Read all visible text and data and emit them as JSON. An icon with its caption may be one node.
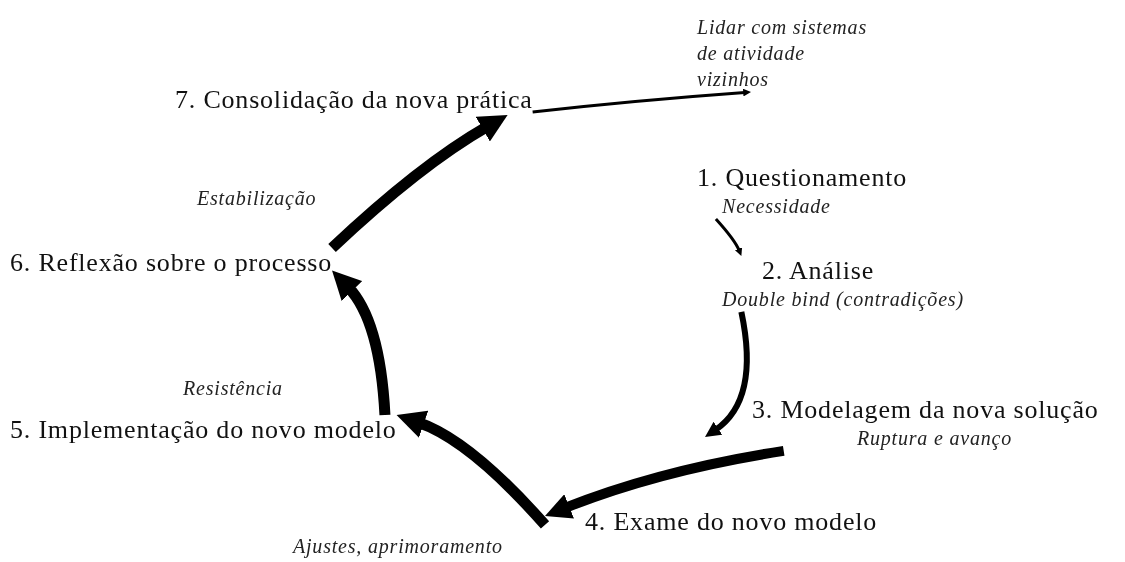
{
  "diagram": {
    "nodes": [
      {
        "text": [
          "1. Questionamento",
          "Necessidade"
        ]
      },
      {
        "text": [
          "2. Análise",
          "Double bind (contradições)"
        ]
      },
      {
        "text": [
          "3. Modelagem da nova solução",
          "Ruptura e avanço"
        ]
      },
      {
        "text": [
          "4. Exame do novo modelo"
        ]
      },
      {
        "text": [
          "5. Implementação do novo modelo"
        ],
        "beside": [
          "Resistência"
        ]
      },
      {
        "text": [
          "6. Reflexão sobre o processo"
        ],
        "beside": [
          "Estabilização"
        ]
      },
      {
        "text": [
          "7. Consolidação da nova prática"
        ]
      },
      {
        "text": [
          "Lidar com sistemas de atividade vizinhos"
        ]
      }
    ],
    "edges": [
      {
        "from": 0,
        "to": 1,
        "arrow": "to"
      },
      {
        "from": 1,
        "to": 2,
        "arrow": "to"
      },
      {
        "from": 2,
        "to": 3,
        "arrow": "to"
      },
      {
        "from": 3,
        "to": 4,
        "arrow": "to"
      },
      {
        "from": 4,
        "to": 5,
        "arrow": "to"
      },
      {
        "from": 5,
        "to": 6,
        "arrow": "to"
      },
      {
        "from": 6,
        "to": 7,
        "arrow": "to"
      }
    ],
    "labels": [
      "Ajustes, aprimoramento"
    ]
  }
}
